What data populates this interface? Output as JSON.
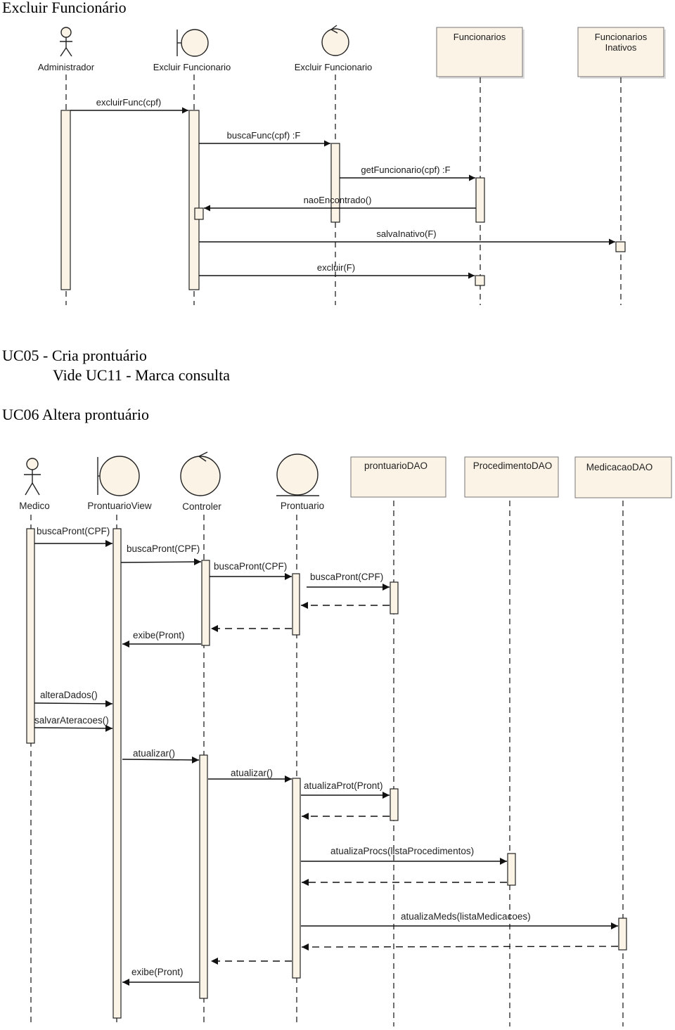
{
  "headings": {
    "h1": "Excluir Funcionário",
    "h2": "UC05 - Cria prontuário",
    "h3": "Vide UC11 - Marca consulta",
    "h4": "UC06 Altera prontuário"
  },
  "diagram1": {
    "participants": {
      "actor": "Administrador",
      "boundary": "Excluir Funcionario",
      "control": "Excluir Funcionario",
      "entity1": "Funcionarios",
      "entity2_line1": "Funcionarios",
      "entity2_line2": "Inativos"
    },
    "messages": {
      "m1": "excluirFunc(cpf)",
      "m2": "buscaFunc(cpf) :F",
      "m3": "getFuncionario(cpf) :F",
      "m4": "naoEncontrado()",
      "m5": "salvaInativo(F)",
      "m6": "excluir(F)"
    }
  },
  "diagram2": {
    "participants": {
      "actor": "Medico",
      "boundary": "ProntuarioView",
      "control": "Controler",
      "entity": "Prontuario",
      "dao1": "prontuarioDAO",
      "dao2": "ProcedimentoDAO",
      "dao3": "MedicacaoDAO"
    },
    "messages": {
      "m1": "buscaPront(CPF)",
      "m2": "buscaPront(CPF)",
      "m3": "buscaPront(CPF)",
      "m4": "buscaPront(CPF)",
      "m5": "exibe(Pront)",
      "m6": "alteraDados()",
      "m7": "salvarAteracoes()",
      "m8": "atualizar()",
      "m9": "atualizar()",
      "m10": "atualizaProt(Pront)",
      "m11": "atualizaProcs(listaProcedimentos)",
      "m12": "atualizaMeds(listaMedicacoes)",
      "m13": "exibe(Pront)"
    }
  }
}
